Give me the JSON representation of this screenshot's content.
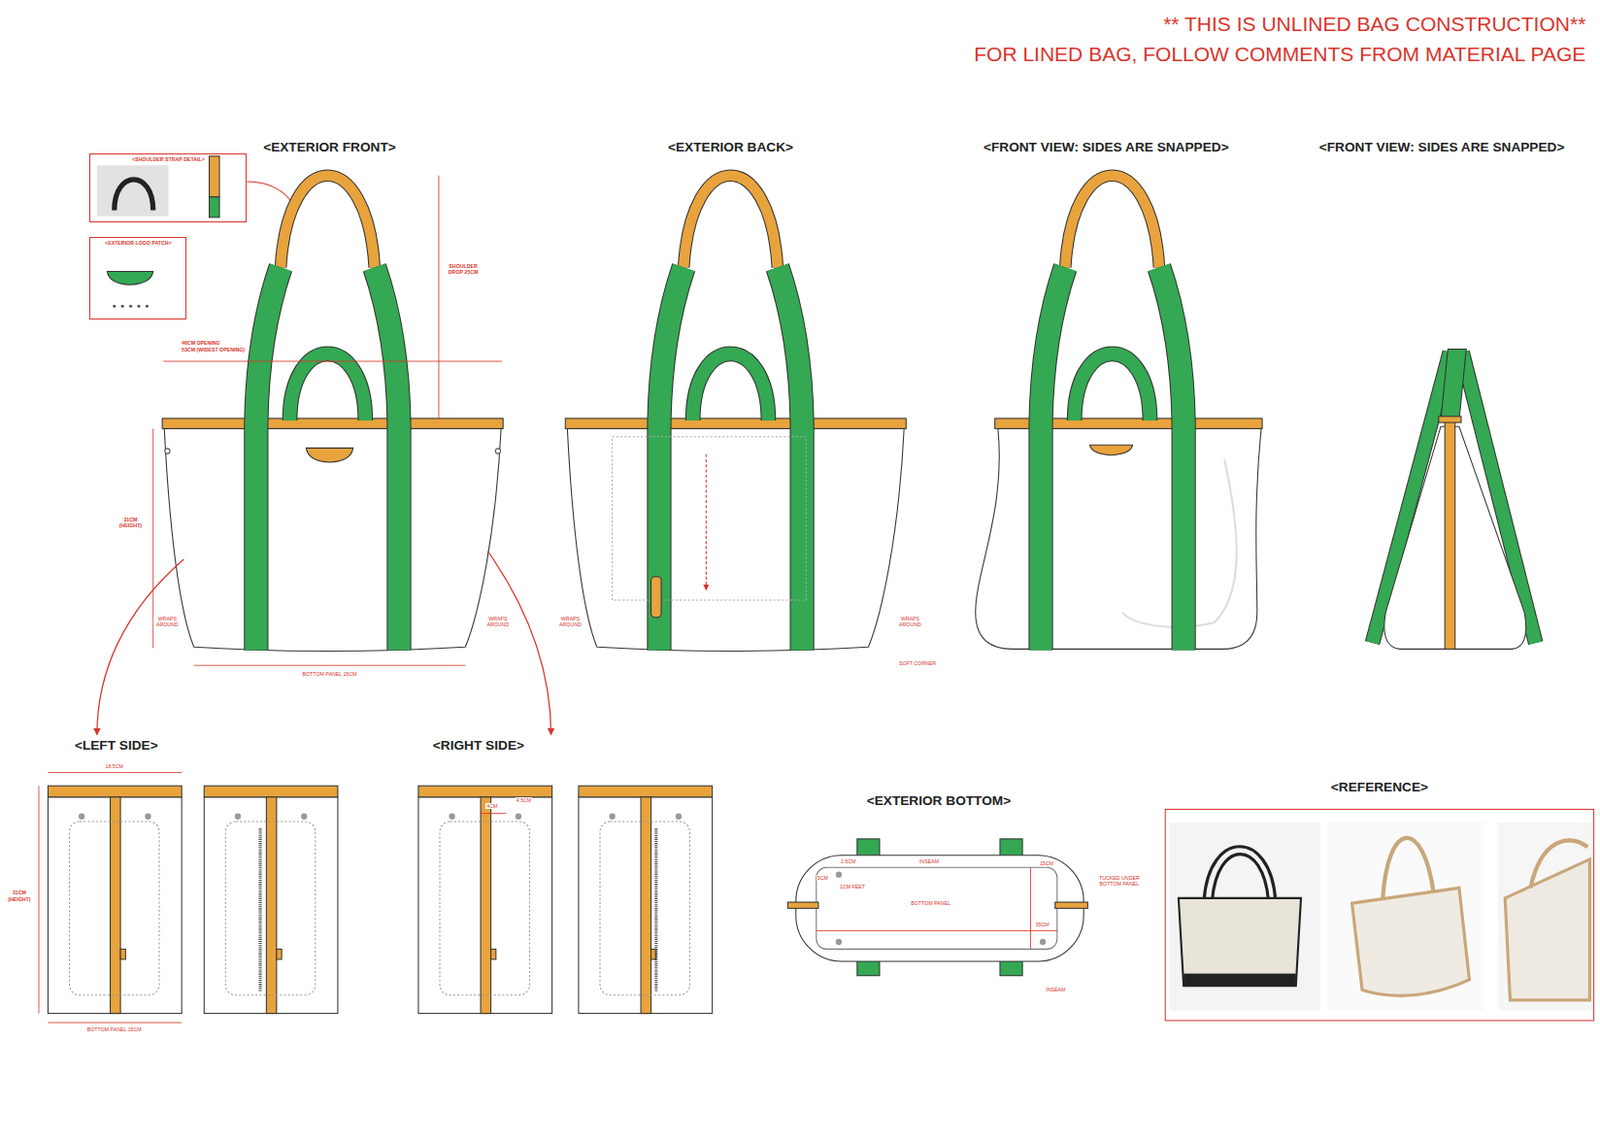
{
  "diagram": {
    "title": "** THIS IS UNLINED BAG CONSTRUCTION**",
    "nodes": [
      {
        "text": [
          "<SHOULDER STRAP DETAIL>"
        ]
      },
      {
        "text": [
          "<EXTERIOR LOGO PATCH>"
        ]
      },
      {
        "text": [
          "<REFERENCE>"
        ]
      }
    ],
    "labels": [
      "FOR LINED BAG, FOLLOW COMMENTS FROM MATERIAL PAGE",
      "<EXTERIOR FRONT>",
      "<EXTERIOR BACK>",
      "<FRONT VIEW: SIDES ARE SNAPPED>",
      "<FRONT VIEW: SIDES ARE SNAPPED>",
      "46CM OPENING",
      "53CM (WIDEST OPENING)",
      "SHOULDER DROP 25CM",
      "31CM (HEIGHT)",
      "WRAPS AROUND",
      "WRAPS AROUND",
      "BOTTOM PANEL 15CM",
      "WRAPS AROUND",
      "WRAPS AROUND",
      "SOFT CORNER",
      "<LEFT SIDE>",
      "<RIGHT SIDE>",
      "18.5CM",
      "31CM (HEIGHT)",
      "BOTTOM PANEL 15CM",
      "4CM",
      "4.5CM",
      "<EXTERIOR BOTTOM>",
      "2.5CM",
      "5CM",
      "1CM FEET",
      "INSEAM",
      "15CM",
      "BOTTOM PANEL",
      "35CM",
      "TUCKED UNDER BOTTOM PANEL",
      "INSEAM"
    ]
  }
}
